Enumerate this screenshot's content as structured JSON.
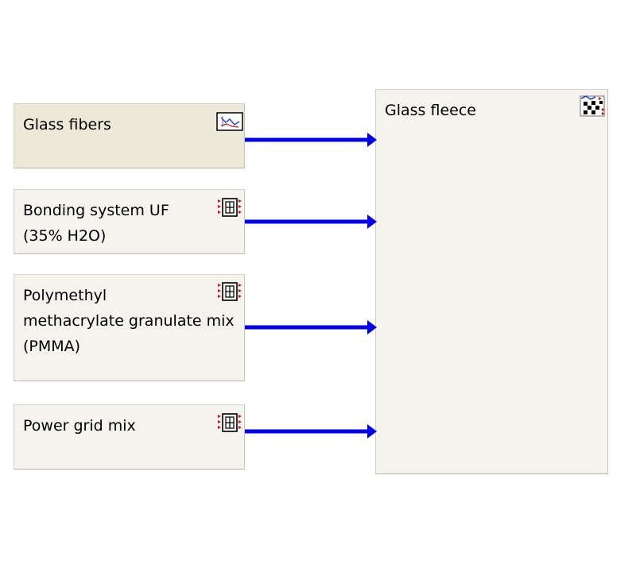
{
  "inputs": [
    {
      "label": "Glass fibers",
      "icon": "chart-flow-icon"
    },
    {
      "label": "Bonding system UF\n(35% H2O)",
      "icon": "unit-process-icon"
    },
    {
      "label": "Polymethyl\nmethacrylate granulate mix\n(PMMA)",
      "icon": "unit-process-icon"
    },
    {
      "label": "Power grid mix",
      "icon": "unit-process-icon"
    }
  ],
  "output": {
    "label": "Glass fleece",
    "icon": "aggregated-process-icon"
  },
  "colors": {
    "arrow": "#0000ee",
    "box_fill": "#f4f3ee",
    "box_selected_fill": "#ece9d8"
  }
}
